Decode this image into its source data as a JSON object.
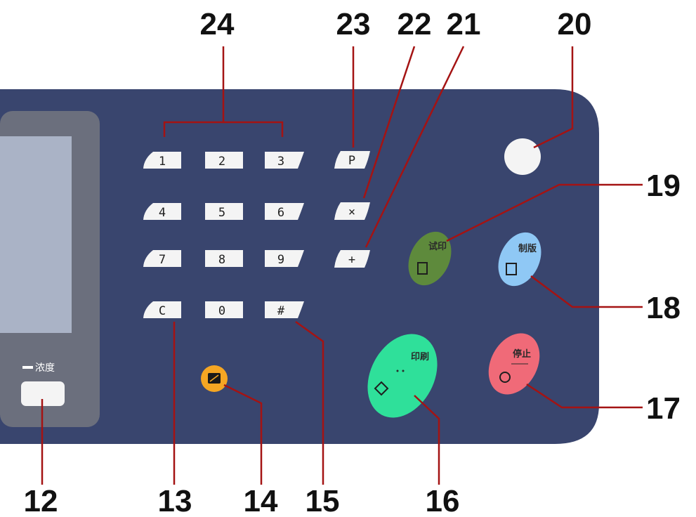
{
  "callouts": {
    "n12": "12",
    "n13": "13",
    "n14": "14",
    "n15": "15",
    "n16": "16",
    "n17": "17",
    "n18": "18",
    "n19": "19",
    "n20": "20",
    "n21": "21",
    "n22": "22",
    "n23": "23",
    "n24": "24"
  },
  "keypad": {
    "k1": "1",
    "k2": "2",
    "k3": "3",
    "k4": "4",
    "k5": "5",
    "k6": "6",
    "k7": "7",
    "k8": "8",
    "k9": "9",
    "kc": "C",
    "k0": "0",
    "khash": "#"
  },
  "function_keys": {
    "p": "P",
    "x": "×",
    "plus": "+"
  },
  "buttons": {
    "density_label": "浓度",
    "proof_label": "试印",
    "master_label": "制版",
    "print_label": "印刷",
    "stop_label": "停止"
  },
  "colors": {
    "panel": "#39456e",
    "screen": "#6b6f7d",
    "proof": "#5e8a3c",
    "master": "#8fc8f5",
    "print": "#2fe09a",
    "stop": "#f06a78",
    "energy": "#f5a623",
    "leader_red": "#a41313"
  }
}
